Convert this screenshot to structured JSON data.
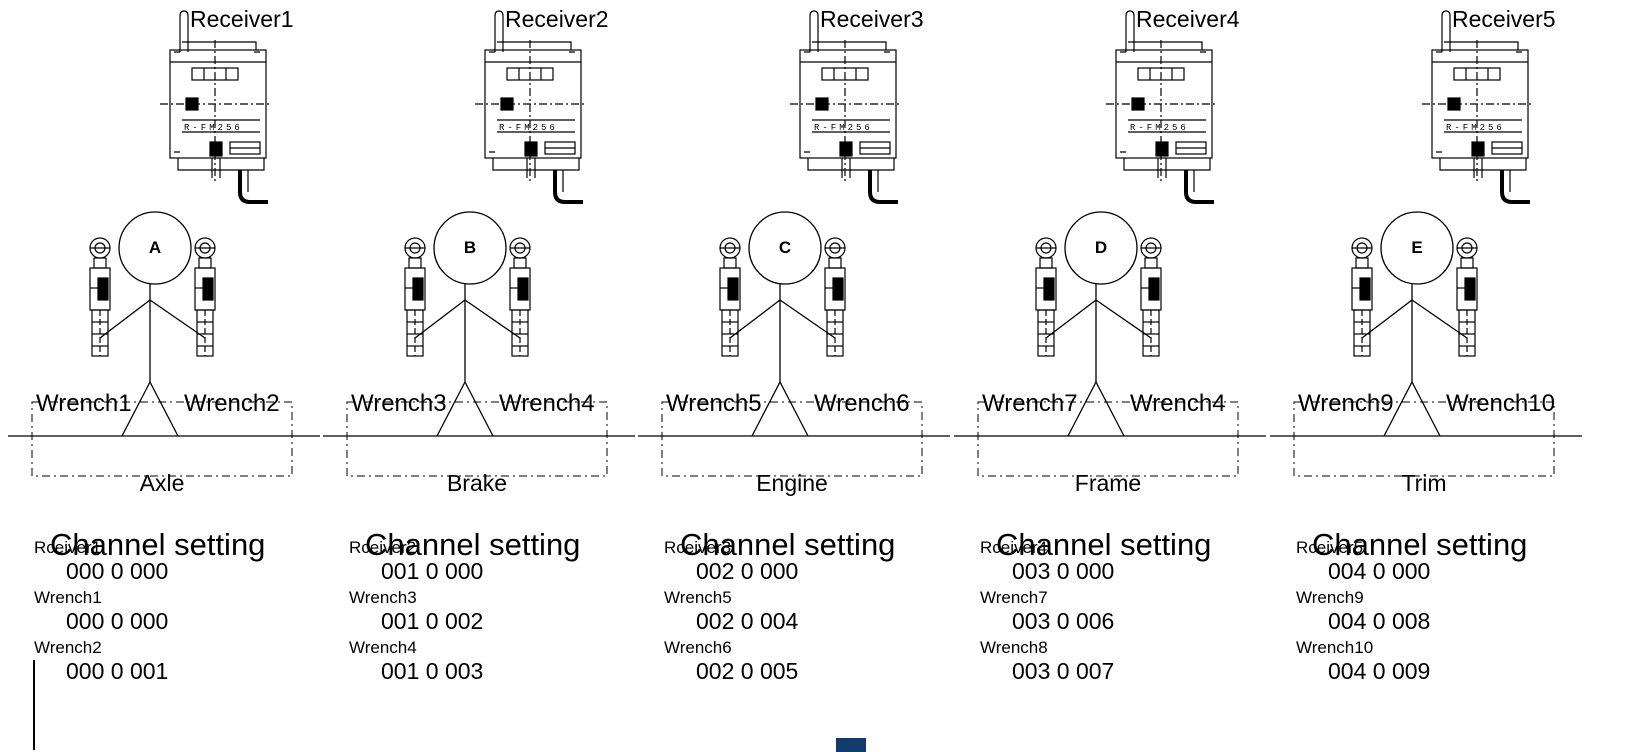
{
  "stations": [
    {
      "receiver_label": "Receiver1",
      "operator_letter": "A",
      "left_wrench_label": "Wrench1",
      "right_wrench_label": "Wrench2",
      "process_label": "Axle",
      "channel_title": "Channel setting",
      "settings": [
        {
          "label": "Rceiver1",
          "value": "000 0 000"
        },
        {
          "label": "Wrench1",
          "value": "000 0 000"
        },
        {
          "label": "Wrench2",
          "value": "000 0 001"
        }
      ]
    },
    {
      "receiver_label": "Receiver2",
      "operator_letter": "B",
      "left_wrench_label": "Wrench3",
      "right_wrench_label": "Wrench4",
      "process_label": "Brake",
      "channel_title": "Channel setting",
      "settings": [
        {
          "label": "Rceiver2",
          "value": "001 0 000"
        },
        {
          "label": "Wrench3",
          "value": "001 0 002"
        },
        {
          "label": "Wrench4",
          "value": "001 0 003"
        }
      ]
    },
    {
      "receiver_label": "Receiver3",
      "operator_letter": "C",
      "left_wrench_label": "Wrench5",
      "right_wrench_label": "Wrench6",
      "process_label": "Engine",
      "channel_title": "Channel setting",
      "settings": [
        {
          "label": "Rceiver3",
          "value": "002 0 000"
        },
        {
          "label": "Wrench5",
          "value": "002 0 004"
        },
        {
          "label": "Wrench6",
          "value": "002 0 005"
        }
      ]
    },
    {
      "receiver_label": "Receiver4",
      "operator_letter": "D",
      "left_wrench_label": "Wrench7",
      "right_wrench_label": "Wrench4",
      "process_label": "Frame",
      "channel_title": "Channel setting",
      "settings": [
        {
          "label": "Rceiver4",
          "value": "003 0 000"
        },
        {
          "label": "Wrench7",
          "value": "003 0 006"
        },
        {
          "label": "Wrench8",
          "value": "003 0 007"
        }
      ]
    },
    {
      "receiver_label": "Receiver5",
      "operator_letter": "E",
      "left_wrench_label": "Wrench9",
      "right_wrench_label": "Wrench10",
      "process_label": "Trim",
      "channel_title": "Channel setting",
      "settings": [
        {
          "label": "Rceiver5",
          "value": "004 0 000"
        },
        {
          "label": "Wrench9",
          "value": "004 0 008"
        },
        {
          "label": "Wrench10",
          "value": "004 0 009"
        }
      ]
    }
  ],
  "receiver_device_text": "R-FM256",
  "colors": {
    "line": "#000000",
    "marker": "#123b6b"
  }
}
